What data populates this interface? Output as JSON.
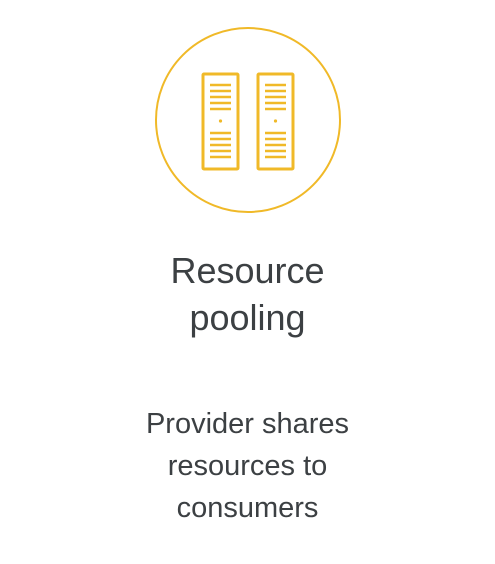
{
  "card": {
    "icon": "server-racks-icon",
    "title_lines": [
      "Resource",
      "pooling"
    ],
    "description_lines": [
      "Provider shares",
      "resources to",
      "consumers"
    ]
  },
  "colors": {
    "accent": "#f0b928",
    "text": "#3c4043",
    "background": "#ffffff"
  }
}
